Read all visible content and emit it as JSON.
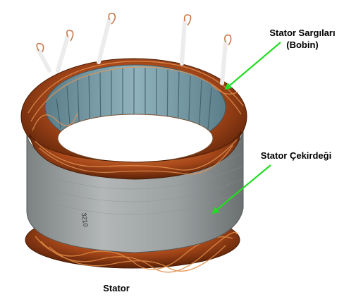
{
  "labels": {
    "windings_line1": "Stator Sargıları",
    "windings_line2": "(Bobin)",
    "core": "Stator Çekirdeği",
    "caption": "Stator",
    "core_stamp": "3210"
  },
  "colors": {
    "arrow": "#22dd22",
    "copper": "#b8561f",
    "copper_dark": "#5a2208",
    "core_steel": "#9ea3a4",
    "insulation": "#6f9fae",
    "lead_insulation": "#ececec"
  }
}
